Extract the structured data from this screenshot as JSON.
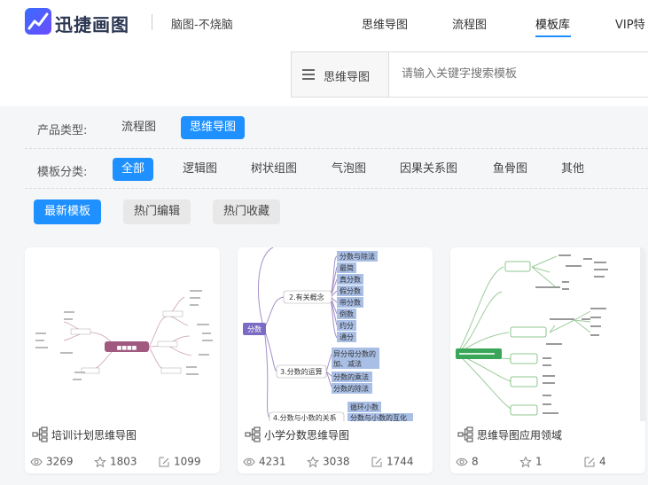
{
  "header": {
    "brand": "迅捷画图",
    "slogan": "脑图-不烧脑",
    "nav": [
      "思维导图",
      "流程图",
      "模板库",
      "VIP特"
    ],
    "active_nav": "模板库"
  },
  "search": {
    "category": "思维导图",
    "placeholder": "请输入关键字搜索模板"
  },
  "filters": {
    "product_label": "产品类型:",
    "product_options": [
      "流程图",
      "思维导图"
    ],
    "product_selected": "思维导图",
    "category_label": "模板分类:",
    "category_options": [
      "全部",
      "逻辑图",
      "树状组图",
      "气泡图",
      "因果关系图",
      "鱼骨图",
      "其他"
    ],
    "category_selected": "全部"
  },
  "sort_tabs": [
    "最新模板",
    "热门编辑",
    "热门收藏"
  ],
  "sort_selected": "最新模板",
  "cards": [
    {
      "title": "培训计划思维导图",
      "views": "3269",
      "favorites": "1803",
      "edits": "1099"
    },
    {
      "title": "小学分数思维导图",
      "views": "4231",
      "favorites": "3038",
      "edits": "1744"
    },
    {
      "title": "思维导图应用领域",
      "views": "8",
      "favorites": "1",
      "edits": "4"
    }
  ],
  "preview2": {
    "root": "分数",
    "branch1": "2.有关概念",
    "branch1_items": [
      "分数与除法",
      "最简",
      "真分数",
      "假分数",
      "带分数",
      "倒数",
      "约分",
      "通分"
    ],
    "branch2": "3.分数的运算",
    "branch2_items": [
      "异分母分数的",
      "加、减法",
      "分数的乘法",
      "分数的除法"
    ],
    "branch3": "4.分数与小数的关系",
    "branch3_items": [
      "循环小数",
      "分数与小数的互化"
    ]
  },
  "colors": {
    "accent": "#1e90ff",
    "card_bg": "#ffffff",
    "page_bg": "#f5f6f8"
  }
}
